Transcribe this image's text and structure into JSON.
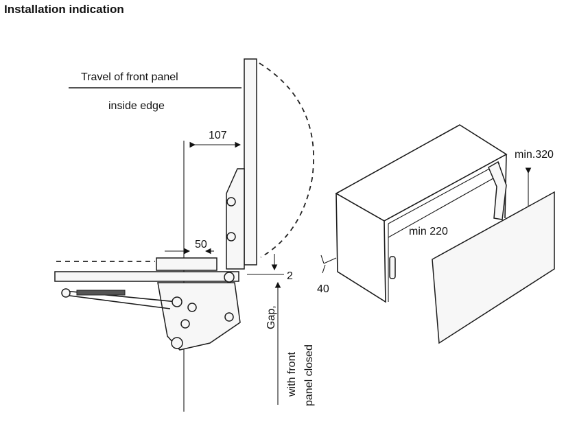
{
  "title": "Installation indication",
  "labels": {
    "travel": "Travel of front panel",
    "inside_edge": "inside edge",
    "dim_107": "107",
    "dim_50": "50",
    "dim_2": "2",
    "gap": "Gap,",
    "with_front": "with front",
    "panel_closed": "panel closed",
    "min_320": "min.320",
    "min_220": "min 220",
    "dim_40": "40"
  }
}
